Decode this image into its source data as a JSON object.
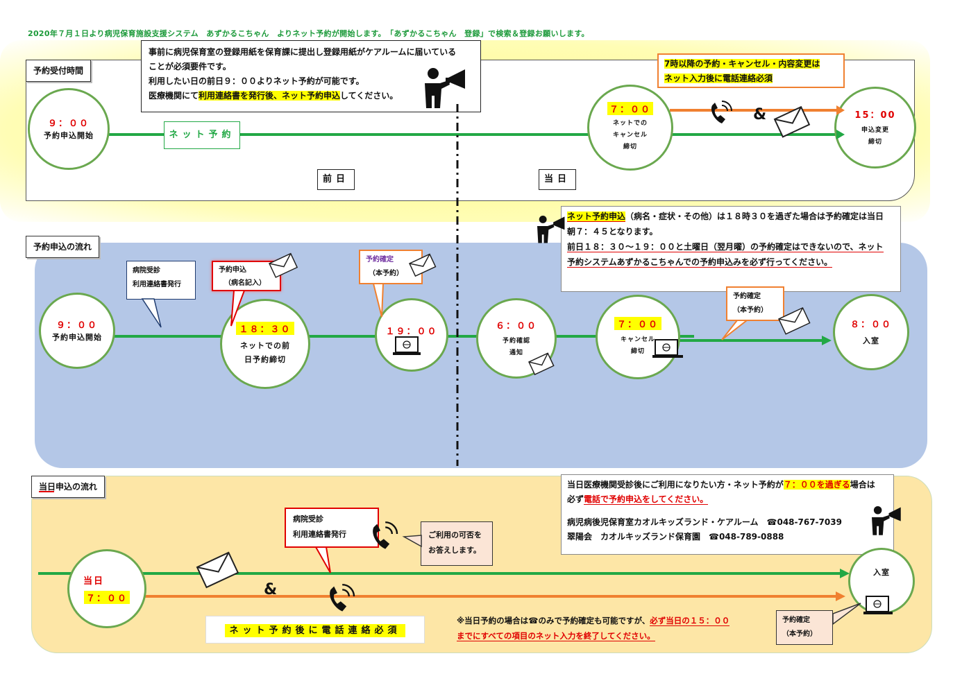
{
  "headline": "2020年７月１日より病児保育施設支援システム　あずかるこちゃん　よりネット予約が開始します。　「あずかるこちゃん　登録」で検索＆登録お願いします。",
  "section1": {
    "tab": "予約受付時間",
    "notice": {
      "line1": "事前に病児保育室の登録用紙を保育課に提出し登録用紙がケアルームに届いている",
      "line2": "ことが必須要件です。",
      "line3": "利用したい日の前日９：００よりネット予約が可能です。",
      "line4_pre": "医療機関にて",
      "line4_hl": "利用連絡書を発行後、ネット予約申込",
      "line4_post": "してください。"
    },
    "start_time": "９：００",
    "start_label": "予約申込開始",
    "net_label": "ネット予約",
    "prev_day": "前日",
    "same_day": "当日",
    "cancel_time": "７：００",
    "cancel_label1": "ネットでの",
    "cancel_label2": "キャンセル",
    "cancel_label3": "締切",
    "warning1": "7時以降の予約・キャンセル・内容変更は",
    "warning2": "ネット入力後に電話連絡必須",
    "amp": "&",
    "end_time": "15：00",
    "end_label1": "申込変更",
    "end_label2": "締切"
  },
  "section2": {
    "tab": "予約申込の流れ",
    "note": {
      "hl": "ネット予約申込",
      "line1_post": "（病名・症状・その他）は１８時３０を過ぎた場合は予約確定は当日",
      "line2": "朝７：４５となります。",
      "line3": "前日１８：３０〜１９：００と土曜日（翌月曜）の予約確定はできないので、ネット",
      "line4": "予約システムあずかるこちゃんでの予約申込みを必ず行ってください。"
    },
    "callout_hospital1": "病院受診",
    "callout_hospital2": "利用連絡書発行",
    "callout_apply1": "予約申込",
    "callout_apply2": "（病名記入）",
    "callout_confirm1": "予約確定",
    "callout_confirm2": "（本予約）",
    "callout_confirm3_1": "予約確定",
    "callout_confirm3_2": "（本予約）",
    "c1_time": "９：００",
    "c1_label": "予約申込開始",
    "c2_time": "１８：３０",
    "c2_label1": "ネットでの前",
    "c2_label2": "日予約締切",
    "c3_time": "１９：００",
    "c4_time": "６：００",
    "c4_label1": "予約確認",
    "c4_label2": "通知",
    "c5_time": "７：００",
    "c5_label1": "キャンセル",
    "c5_label2": "締切",
    "c6_time": "８：００",
    "c6_label": "入室"
  },
  "section3": {
    "tab": "当日申込の流れ",
    "info": {
      "line1_pre": "当日医療機関受診後にご利用になりたい方・ネット予約が",
      "line1_hl": "７：００を過ぎる",
      "line1_post": "場合は",
      "line2_pre": "必ず",
      "line2_red": "電話で予約申込をしてください。",
      "line3": "病児病後児保育室カオルキッズランド・ケアルーム　☎048-767-7039",
      "line4": "翠陽会　カオルキッズランド保育園　☎048-789-0888"
    },
    "callout_hospital1": "病院受診",
    "callout_hospital2": "利用連絡書発行",
    "callout_answer1": "ご利用の可否を",
    "callout_answer2": "お答えします。",
    "c1_label": "当日",
    "c1_time": "７：００",
    "amp": "&",
    "must": "ネット予約後に電話連絡必須",
    "note_pre": "※当日予約の場合は☎のみで予約確定も可能ですが、",
    "note_red1": "必ず当日の１５：００",
    "note_red2": "までにすべての項目のネット入力を終了してください。",
    "end_label": "入室",
    "callout_confirm1": "予約確定",
    "callout_confirm2": "（本予約）"
  }
}
